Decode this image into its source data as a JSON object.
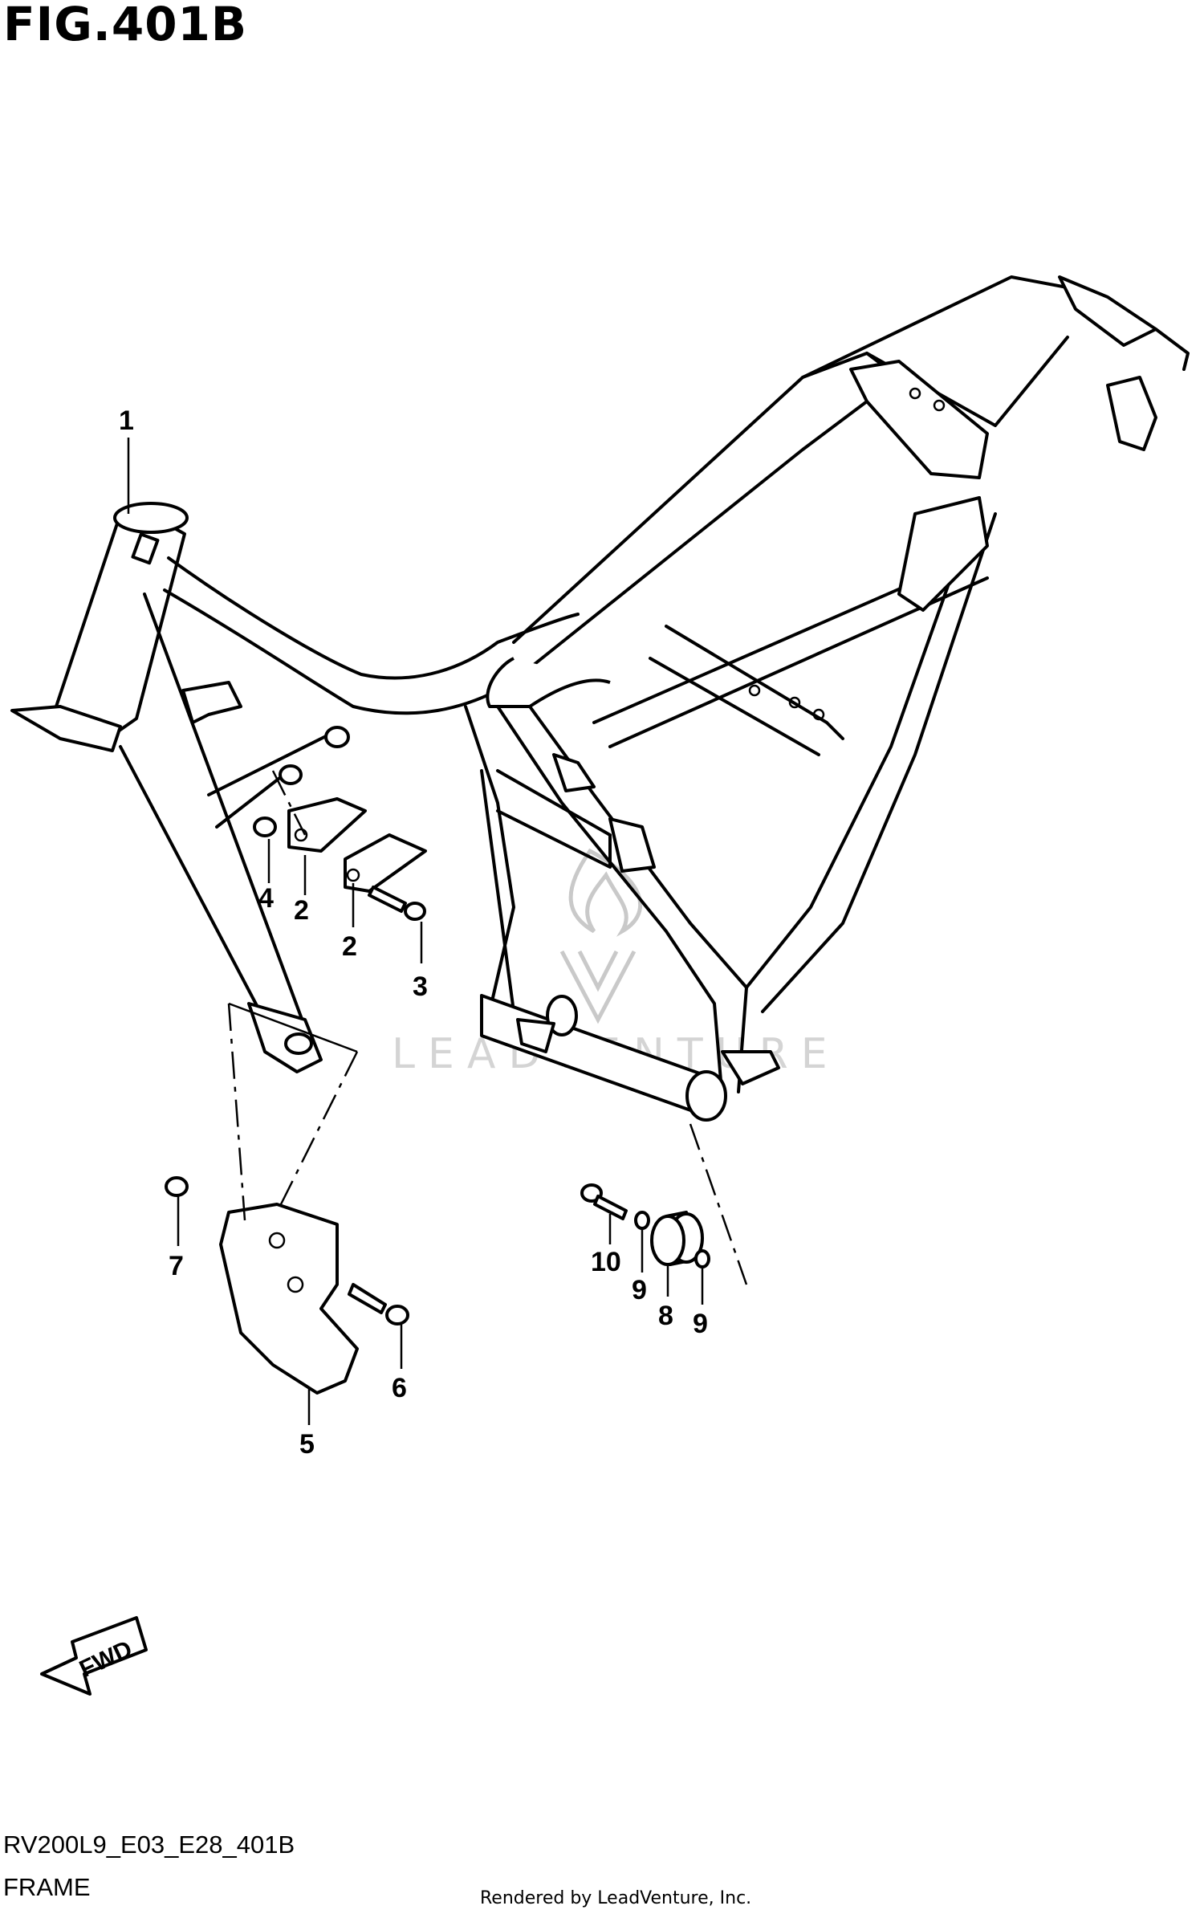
{
  "figure": {
    "title": "FIG.401B",
    "code": "RV200L9_E03_E28_401B",
    "name": "FRAME",
    "credit": "Rendered by LeadVenture, Inc.",
    "fwd_label": "FWD",
    "watermark": "LEADVENTURE"
  },
  "callouts": [
    "1",
    "2",
    "2",
    "3",
    "4",
    "5",
    "6",
    "7",
    "8",
    "9",
    "9",
    "10"
  ],
  "colors": {
    "ink": "#000000",
    "paper": "#ffffff",
    "watermark": "#d4d4d4"
  }
}
